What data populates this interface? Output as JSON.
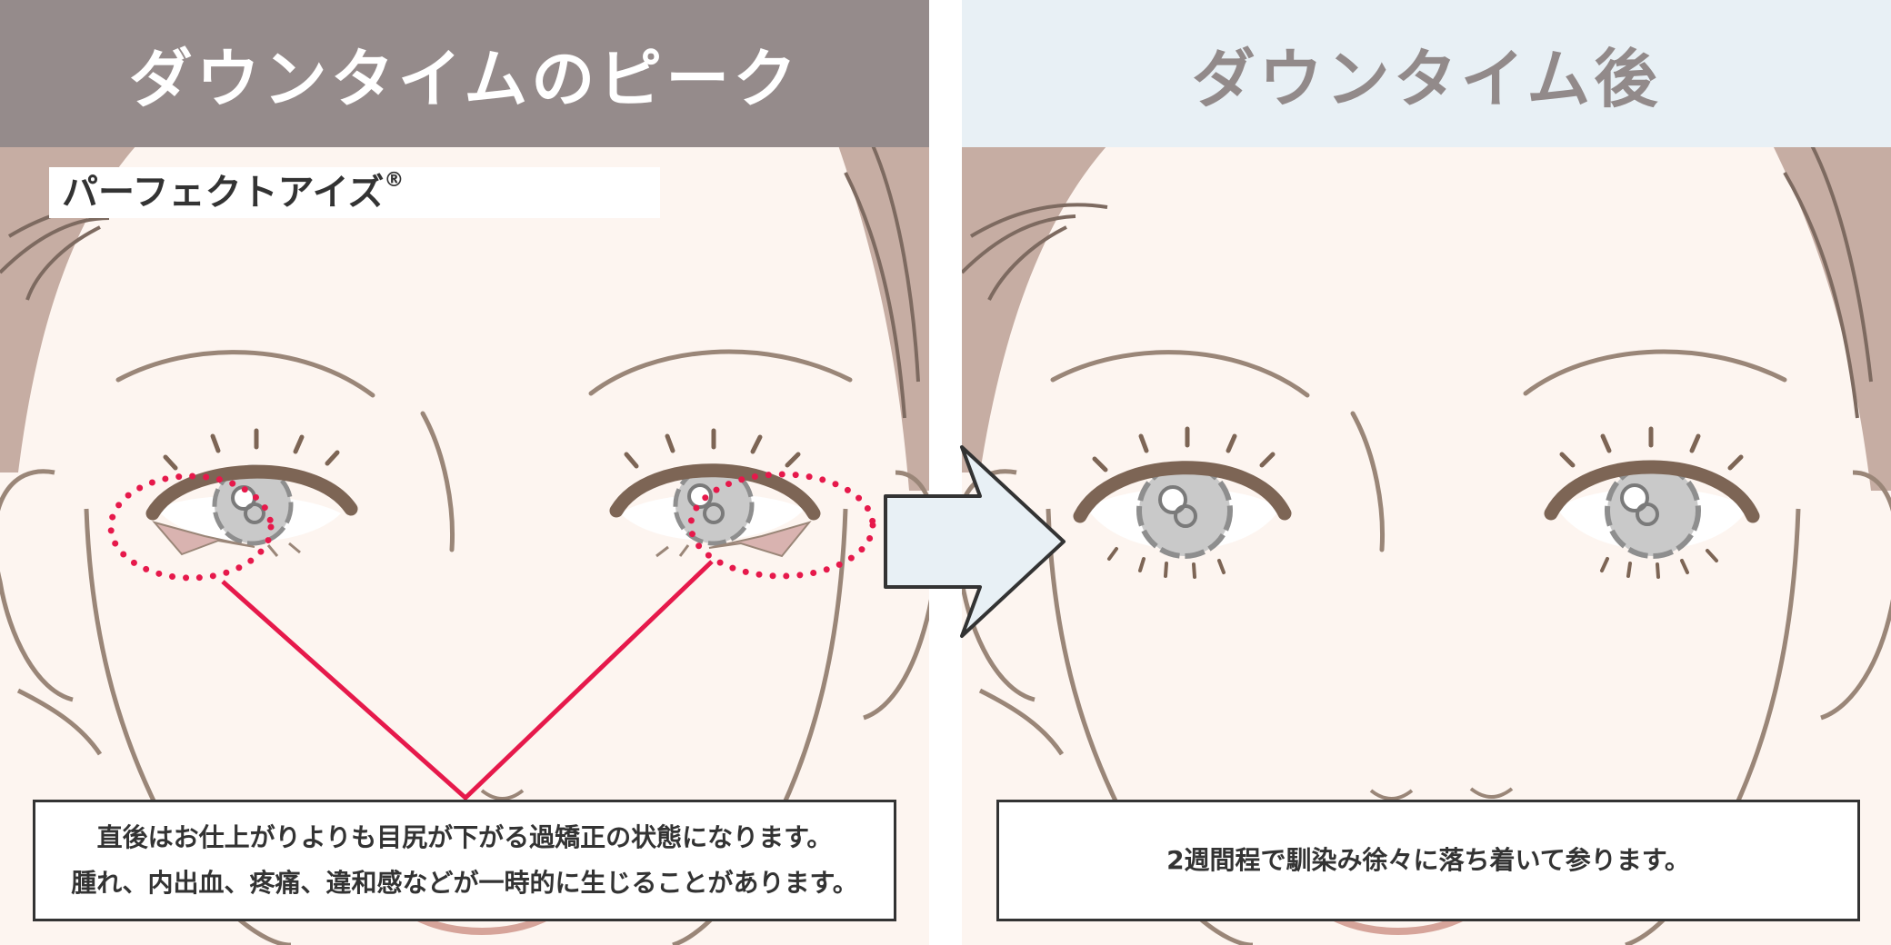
{
  "left_panel": {
    "header": "ダウンタイムのピーク",
    "product_label": "パーフェクトアイズ",
    "product_mark": "®",
    "caption_lines": [
      "直後はお仕上がりよりも目尻が下がる過矯正の状態になります。",
      "腫れ、内出血、疼痛、違和感などが一時的に生じることがあります。"
    ]
  },
  "right_panel": {
    "header": "ダウンタイム後",
    "caption_lines": [
      "2週間程で馴染み徐々に落ち着いて参ります。"
    ]
  },
  "colors": {
    "left_header_bg": "#958b8b",
    "right_header_bg": "#e8f0f5",
    "skin": "#fdf5f0",
    "hair": "#c6ada3",
    "outline": "#9a8678",
    "eyeliner": "#7d6555",
    "iris": "#c9c9c9",
    "highlight_red": "#e6194b",
    "arrow_fill": "#e8f0f5"
  },
  "icons": {
    "transition": "right-arrow-icon",
    "highlight": "dotted-ellipse-marker"
  }
}
